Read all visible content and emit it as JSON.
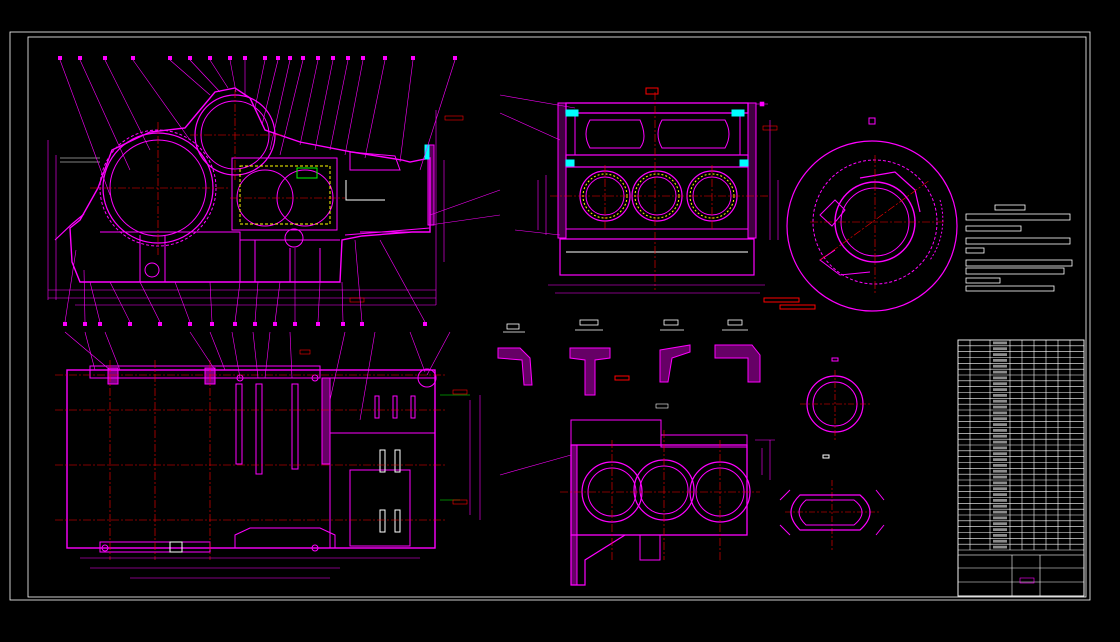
{
  "drawing": {
    "background": "#000000",
    "colors": {
      "frame": "#ffffff",
      "outline": "#ff00ff",
      "dimension": "#ff00ff",
      "centerline": "#ff0000",
      "hidden": "#ffff00",
      "note": "#00ff00",
      "hatch": "#00ffff",
      "text": "#ffffff"
    }
  },
  "views": {
    "front": {
      "name": "front-elevation"
    },
    "side": {
      "name": "side-section"
    },
    "plan": {
      "name": "plan-view"
    },
    "round": {
      "name": "circular-detail"
    },
    "gearbox": {
      "name": "gearbox-section"
    }
  },
  "notes": {
    "lines": 7
  },
  "title_block": {
    "rows": 36
  }
}
